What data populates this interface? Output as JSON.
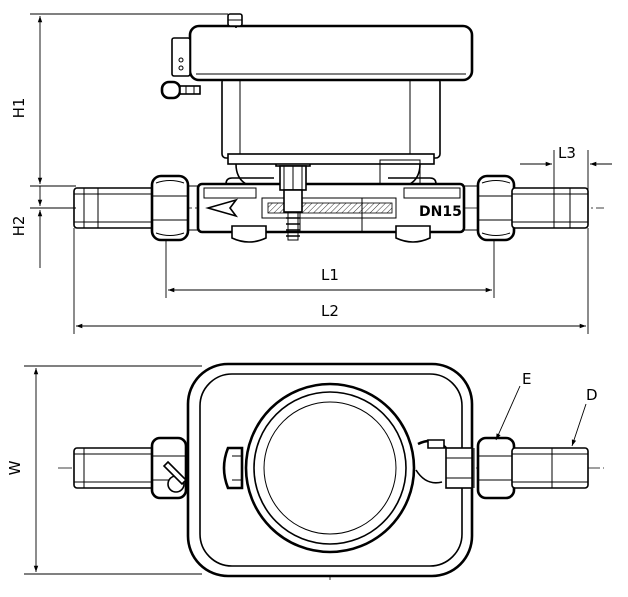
{
  "drawing": {
    "front_view": {
      "dimensions": {
        "h1": "H1",
        "h2": "H2",
        "l1": "L1",
        "l2": "L2",
        "l3": "L3"
      },
      "nominal_size": "DN15"
    },
    "top_view": {
      "dimensions": {
        "w": "W"
      },
      "callouts": {
        "e": "E",
        "d": "D"
      }
    }
  }
}
